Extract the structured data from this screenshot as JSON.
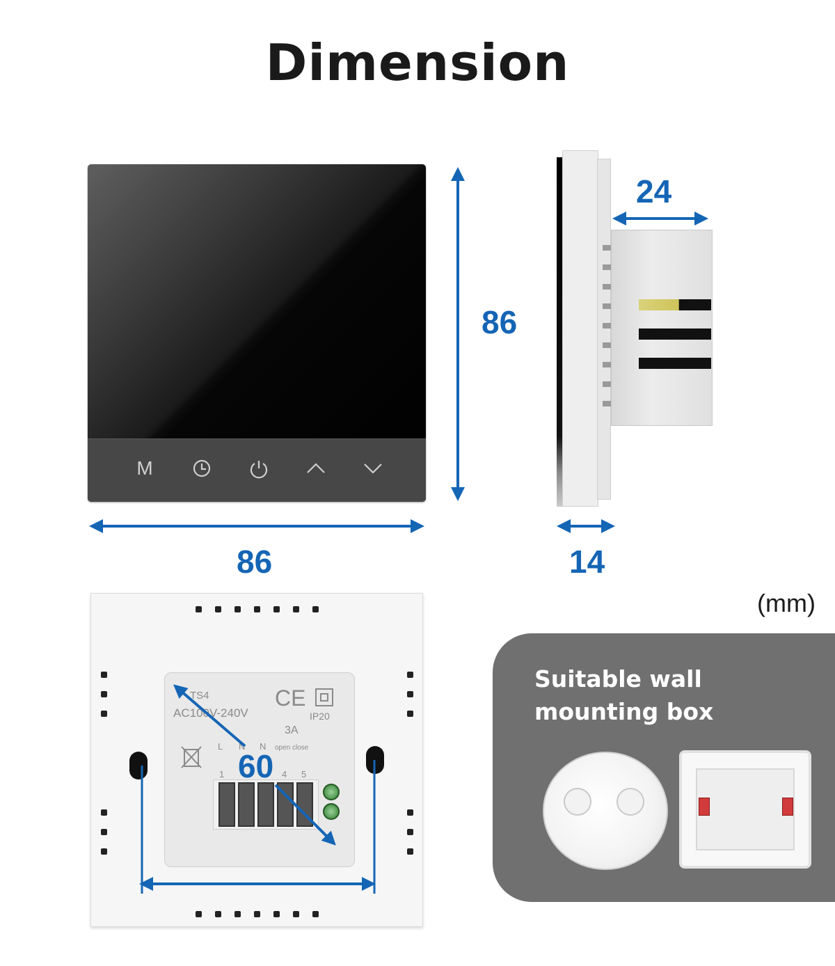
{
  "title": "Dimension",
  "dimensions": {
    "front_height": "86",
    "front_width": "86",
    "side_depth_body": "24",
    "side_depth_panel": "14",
    "back_hole_spacing": "60"
  },
  "unit": "(mm)",
  "touch_keys": [
    "M",
    "clock-icon",
    "power-icon",
    "chevron-up-icon",
    "chevron-down-icon"
  ],
  "touch_key_labels": {
    "menu": "M"
  },
  "back_labels": {
    "model": "TS4",
    "voltage": "AC100V-240V",
    "ce": "CE",
    "rating": "IP20",
    "current": "3A",
    "terminals_top": [
      "L",
      "N",
      "N"
    ],
    "terminal_note": "open close",
    "terminal_numbers": [
      "1",
      "4",
      "5"
    ]
  },
  "mounting_box": {
    "title_line1": "Suitable wall",
    "title_line2": "mounting box"
  },
  "colors": {
    "accent_blue": "#1565b5",
    "title": "#1a1a1a",
    "card_bg": "#707070"
  }
}
